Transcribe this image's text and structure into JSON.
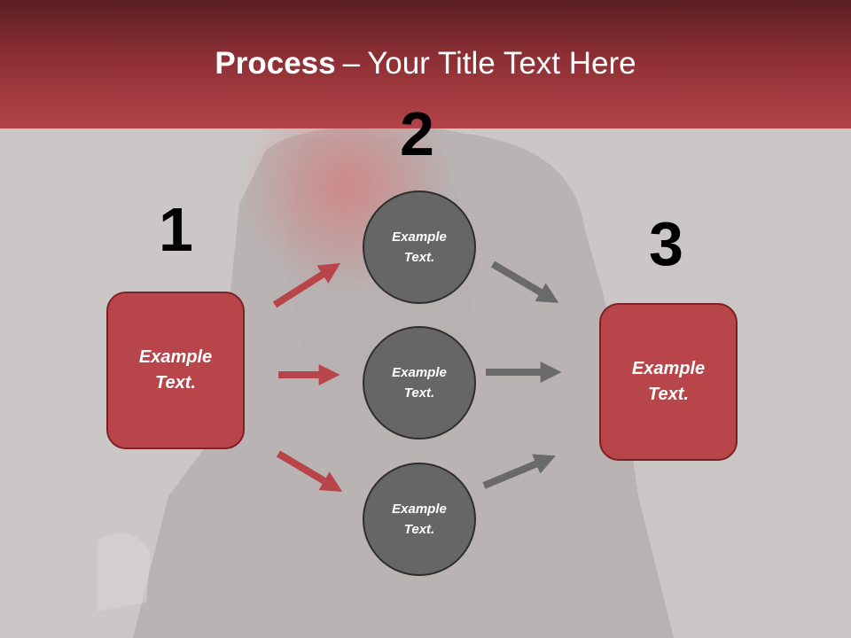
{
  "title": {
    "bold": "Process",
    "dash": "–",
    "rest": "Your Title Text Here"
  },
  "numbers": {
    "n1": "1",
    "n2": "2",
    "n3": "3"
  },
  "left_box": {
    "text": "Example\nText."
  },
  "right_box": {
    "text": "Example\nText."
  },
  "circles": [
    {
      "text": "Example\nText."
    },
    {
      "text": "Example\nText."
    },
    {
      "text": "Example\nText."
    }
  ],
  "colors": {
    "header_dark": "#5a1e22",
    "header_light": "#b34449",
    "red_box": "#b84549",
    "red_arrow": "#b84549",
    "gray_circle": "#666666",
    "gray_arrow": "#6a6a6a",
    "background": "#cbc7c7"
  }
}
